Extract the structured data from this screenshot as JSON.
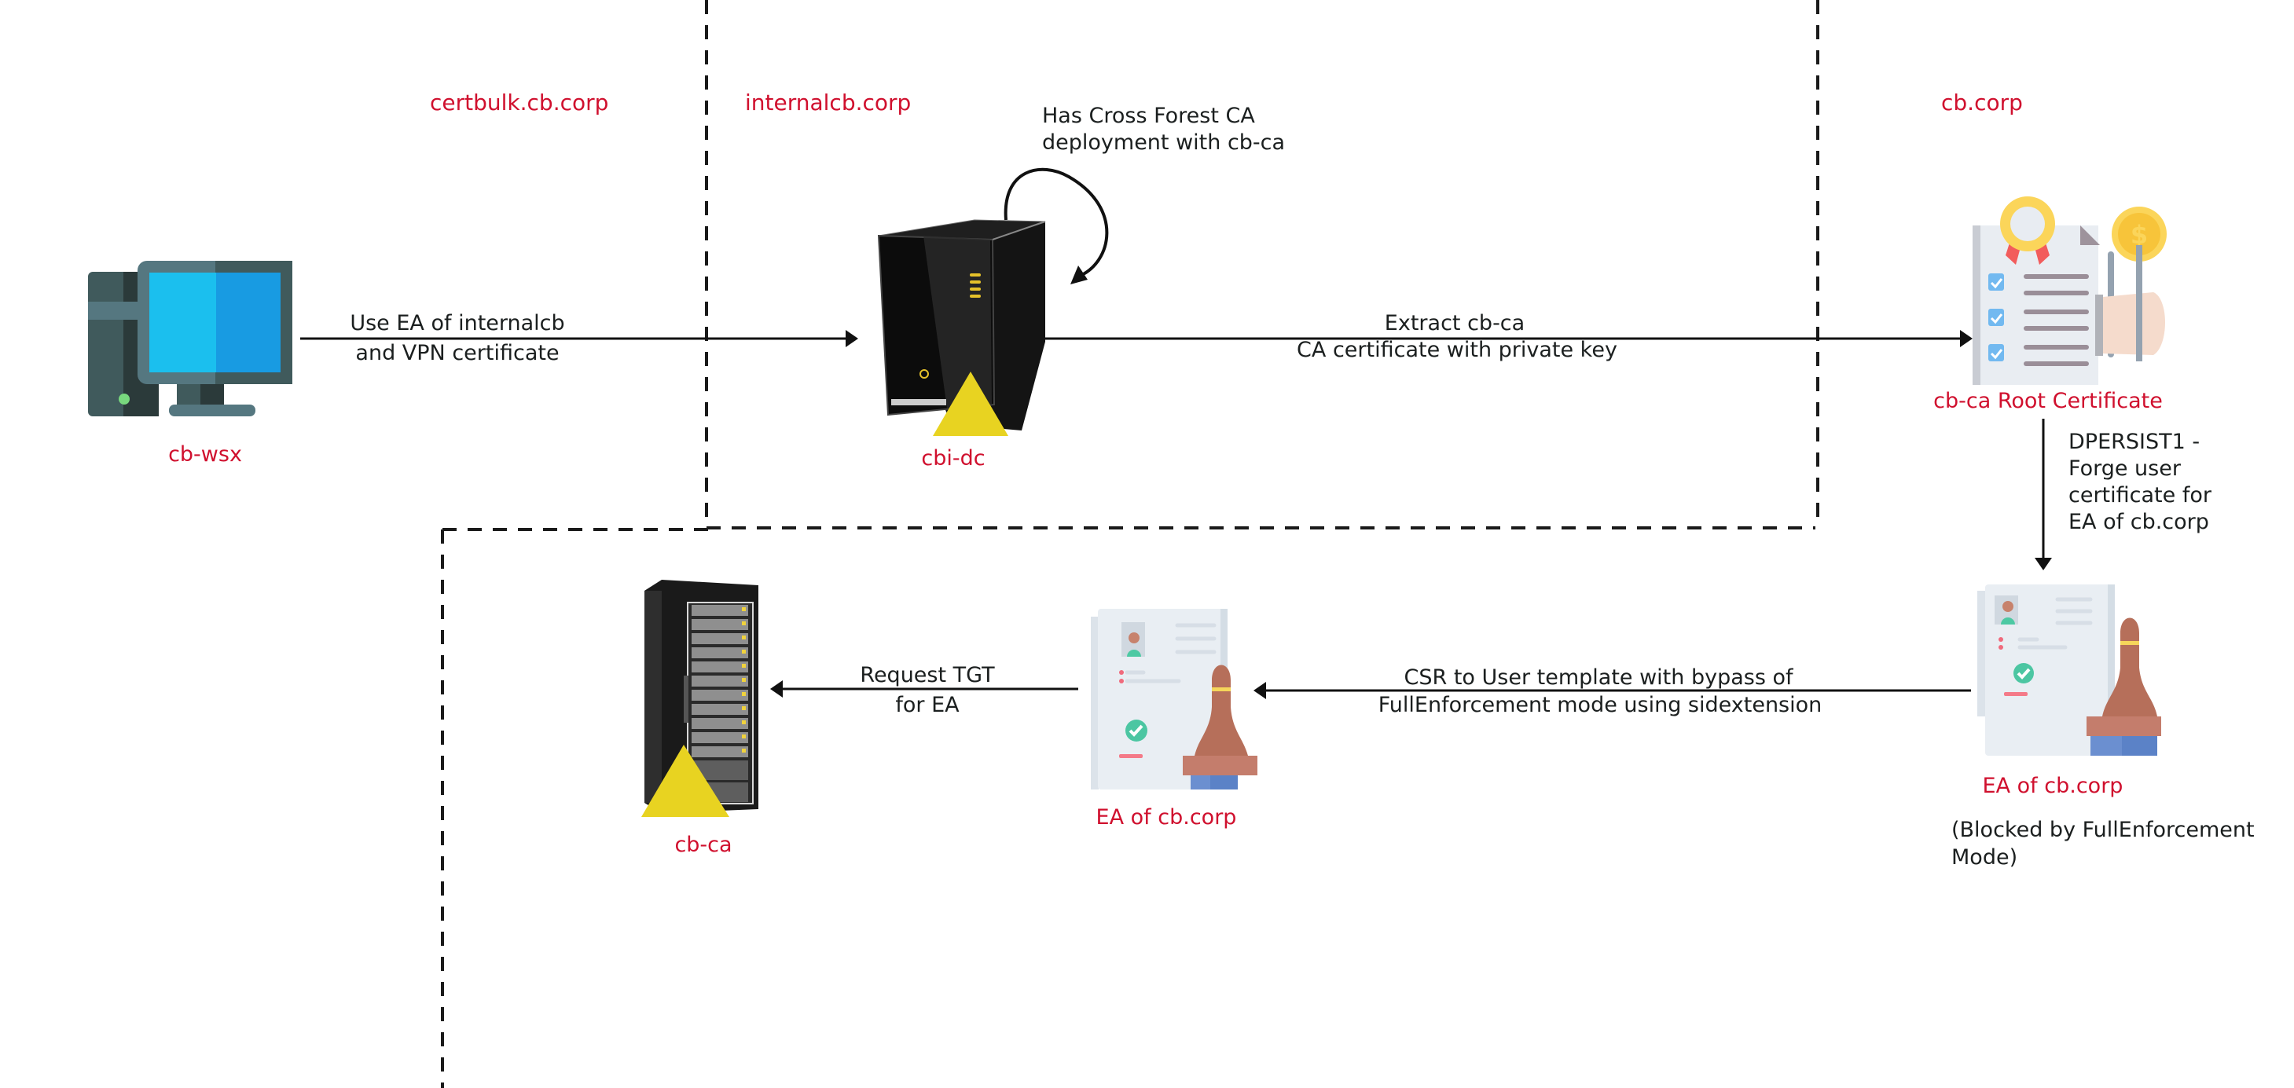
{
  "colors": {
    "label_red": "#d0102e",
    "text_dark": "#1b1f1f",
    "line": "#111111",
    "warning_yellow": "#e8d321",
    "monitor_blue_light": "#1bbfee",
    "monitor_blue_dark": "#189be2",
    "device_slate": "#405a5c"
  },
  "domains": {
    "certbulk": "certbulk.cb.corp",
    "internalcb": "internalcb.corp",
    "cbcorp": "cb.corp"
  },
  "nodes": {
    "cb_wsx": {
      "label": "cb-wsx",
      "icon": "desktop-computer-icon"
    },
    "cbi_dc": {
      "label": "cbi-dc",
      "icon": "tower-server-icon",
      "marker": "warning-triangle-icon"
    },
    "root_cert": {
      "label": "cb-ca Root Certificate",
      "icon": "certificate-award-icon"
    },
    "ea_forged": {
      "label": "EA of cb.corp",
      "icon": "stamped-document-icon",
      "note_line1": "(Blocked by FullEnforcement",
      "note_line2": "Mode)"
    },
    "ea_valid": {
      "label": "EA of cb.corp",
      "icon": "stamped-document-icon"
    },
    "cb_ca": {
      "label": "cb-ca",
      "icon": "server-rack-icon",
      "marker": "warning-triangle-icon"
    }
  },
  "edges": {
    "wsx_to_dc": {
      "line1": "Use EA of internalcb",
      "line2": "and VPN certificate",
      "direction": "right"
    },
    "dc_self": {
      "line1": "Has Cross Forest CA",
      "line2": "deployment with cb-ca",
      "direction": "loop"
    },
    "dc_to_root": {
      "line1": "Extract cb-ca",
      "line2": "CA certificate with private key",
      "direction": "right"
    },
    "root_to_ea": {
      "line1": "DPERSIST1 -",
      "line2": "Forge user",
      "line3": "certificate for",
      "line4": "EA of cb.corp",
      "direction": "down"
    },
    "ea_to_ea": {
      "line1": "CSR to User template with bypass of",
      "line2": "FullEnforcement mode using sidextension",
      "direction": "left"
    },
    "ea_to_ca": {
      "line1": "Request TGT",
      "line2": "for EA",
      "direction": "left"
    }
  }
}
